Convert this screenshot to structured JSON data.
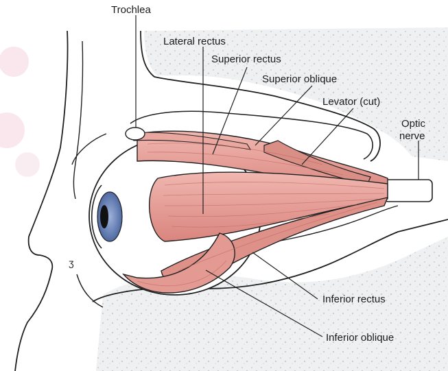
{
  "labels": {
    "trochlea": "Trochlea",
    "lateral_rectus": "Lateral rectus",
    "superior_rectus": "Superior rectus",
    "superior_oblique": "Superior oblique",
    "levator_cut": "Levator (cut)",
    "optic_nerve_line1": "Optic",
    "optic_nerve_line2": "nerve",
    "inferior_rectus": "Inferior rectus",
    "inferior_oblique": "Inferior oblique"
  },
  "colors": {
    "muscle": "#e8a39c",
    "muscle_dark": "#c9706a",
    "bone": "#eef0f1",
    "bone_speckle": "#c9cdd0",
    "sclera": "#ffffff",
    "iris": "#6f86b8",
    "pupil": "#111111",
    "nerve": "#ffffff",
    "outline": "#1f1f1f",
    "watermark": "#f7dde6"
  }
}
